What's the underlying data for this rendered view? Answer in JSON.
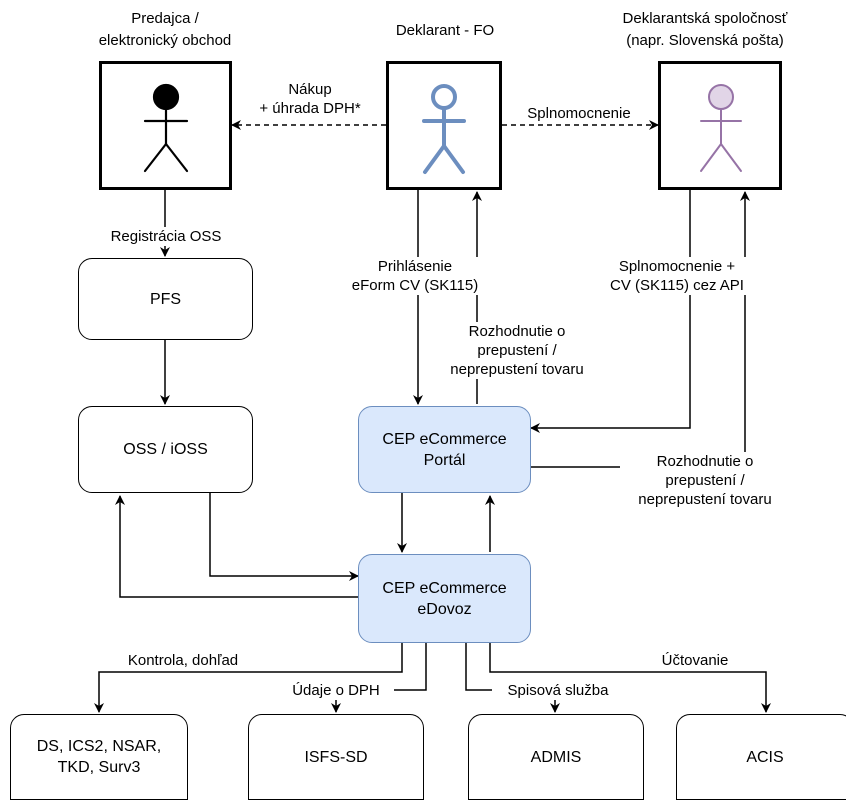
{
  "actors": {
    "seller": {
      "title_line1": "Predajca /",
      "title_line2": "elektronický obchod",
      "icon": "stick-figure-black"
    },
    "declarant": {
      "title": "Deklarant - FO",
      "icon": "stick-figure-blue"
    },
    "company": {
      "title_line1": "Deklarantská spoločnosť",
      "title_line2": "(napr. Slovenská pošta)",
      "icon": "stick-figure-purple"
    }
  },
  "boxes": {
    "pfs": "PFS",
    "oss": "OSS / iOSS",
    "portal_line1": "CEP eCommerce",
    "portal_line2": "Portál",
    "edovoz_line1": "CEP eCommerce",
    "edovoz_line2": "eDovoz",
    "ds_line1": "DS, ICS2, NSAR,",
    "ds_line2": "TKD, Surv3",
    "isfs": "ISFS-SD",
    "admis": "ADMIS",
    "acis": "ACIS"
  },
  "edges": {
    "nakup_line1": "Nákup",
    "nakup_line2": "+ úhrada DPH*",
    "splnomocnenie": "Splnomocnenie",
    "registracia": "Registrácia OSS",
    "prihlasenie_line1": "Prihlásenie",
    "prihlasenie_line2": "eForm CV (SK115)",
    "rozhodnutie1_line1": "Rozhodnutie o",
    "rozhodnutie1_line2": "prepustení /",
    "rozhodnutie1_line3": "neprepustení tovaru",
    "splnomocnenie_api_line1": "Splnomocnenie +",
    "splnomocnenie_api_line2": "CV (SK115) cez API",
    "rozhodnutie2_line1": "Rozhodnutie o",
    "rozhodnutie2_line2": "prepustení /",
    "rozhodnutie2_line3": "neprepustení tovaru",
    "kontrola": "Kontrola, dohľad",
    "udaje": "Údaje o DPH",
    "spisova": "Spisová služba",
    "uctovanie": "Účtovanie"
  },
  "colors": {
    "blue_fill": "#dae8fc",
    "blue_stroke": "#6c8ebf",
    "declarant_figure": "#6c8ebf",
    "company_figure": "#9673a6",
    "company_head_fill": "#e1d5e7"
  }
}
